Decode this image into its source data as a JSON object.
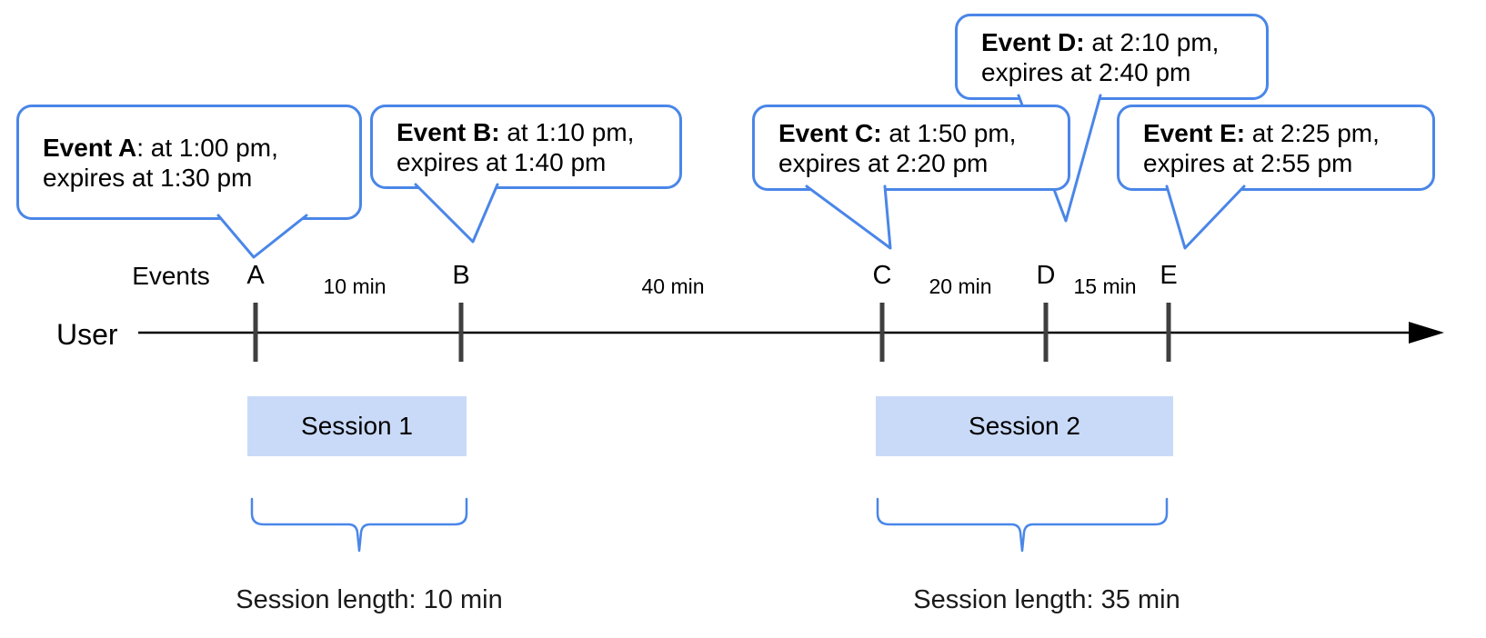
{
  "diagram": {
    "title_hint": "Event timeline with sessions",
    "bubbles": [
      {
        "id": "A",
        "bold": "Event A",
        "rest": ": at 1:00 pm,",
        "line2": "expires at 1:30 pm"
      },
      {
        "id": "B",
        "bold": "Event B:",
        "rest": " at 1:10 pm,",
        "line2": "expires at 1:40 pm"
      },
      {
        "id": "C",
        "bold": "Event C:",
        "rest": " at 1:50 pm,",
        "line2": "expires at 2:20 pm"
      },
      {
        "id": "D",
        "bold": "Event D:",
        "rest": " at 2:10 pm,",
        "line2": "expires at 2:40 pm"
      },
      {
        "id": "E",
        "bold": "Event E:",
        "rest": " at 2:25 pm,",
        "line2": "expires at 2:55 pm"
      }
    ],
    "axis": {
      "events_label": "Events",
      "row_label": "User"
    },
    "event_marks": [
      {
        "label": "A"
      },
      {
        "label": "B"
      },
      {
        "label": "C"
      },
      {
        "label": "D"
      },
      {
        "label": "E"
      }
    ],
    "intervals": [
      {
        "label": "10 min",
        "between": "A-B"
      },
      {
        "label": "40 min",
        "between": "B-C"
      },
      {
        "label": "20 min",
        "between": "C-D"
      },
      {
        "label": "15 min",
        "between": "D-E"
      }
    ],
    "sessions": [
      {
        "label": "Session 1",
        "length_label": "Session length: 10 min"
      },
      {
        "label": "Session 2",
        "length_label": "Session length: 35 min"
      }
    ],
    "colors": {
      "bubble_border": "#4a86e8",
      "bubble_fill": "#ffffff",
      "session_fill": "#c9daf8",
      "brace": "#4a86e8",
      "tick": "#3f3f3f",
      "axis": "#000000",
      "text": "#000000"
    }
  }
}
